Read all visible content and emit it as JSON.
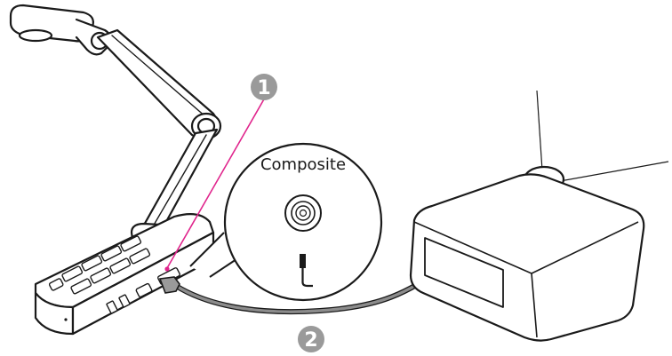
{
  "diagram": {
    "port_label": "Composite",
    "callouts": [
      {
        "number": "1"
      },
      {
        "number": "2"
      }
    ]
  },
  "colors": {
    "outline": "#1a1a1a",
    "callout_fill": "#9a9a9a",
    "leader_line": "#e0248c",
    "cable": "#8c8c8c"
  }
}
